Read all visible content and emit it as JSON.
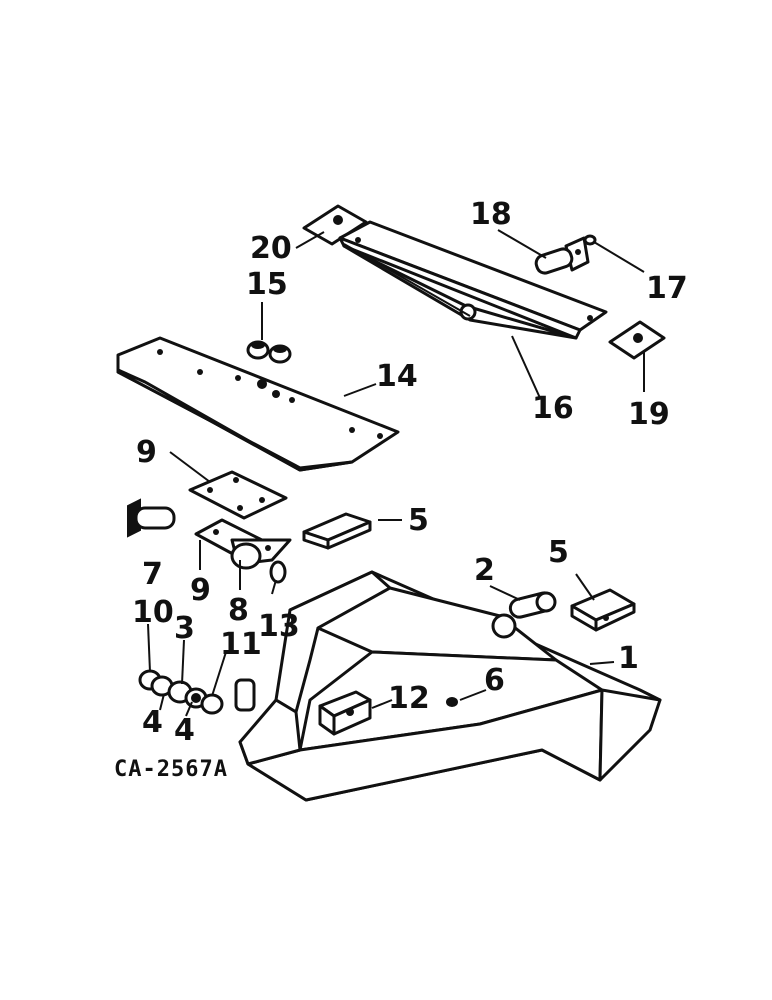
{
  "diagram": {
    "drawing_code": "CA-2567A",
    "callouts": [
      "1",
      "2",
      "3",
      "4",
      "4",
      "5",
      "5",
      "6",
      "7",
      "8",
      "9",
      "9",
      "10",
      "11",
      "12",
      "13",
      "14",
      "15",
      "16",
      "17",
      "18",
      "19",
      "20"
    ]
  }
}
